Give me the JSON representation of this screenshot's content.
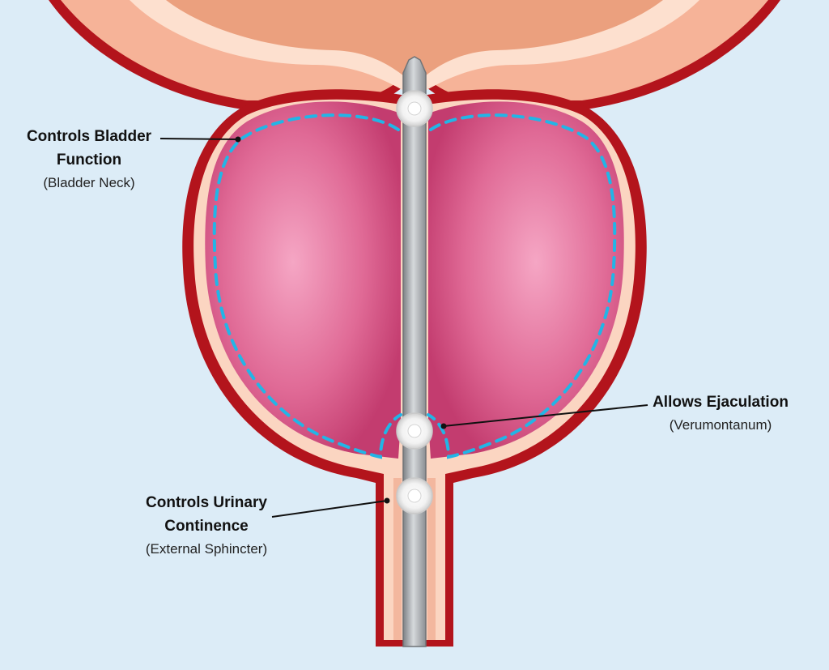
{
  "labels": {
    "bladder_neck": {
      "title_line1": "Controls Bladder",
      "title_line2": "Function",
      "subtitle": "(Bladder Neck)"
    },
    "verumontanum": {
      "title": "Allows Ejaculation",
      "subtitle": "(Verumontanum)"
    },
    "external_sphincter": {
      "title_line1": "Controls Urinary",
      "title_line2": "Continence",
      "subtitle": "(External Sphincter)"
    }
  },
  "colors": {
    "background": "#dcecf7",
    "capsule_outline": "#b3141c",
    "capsule_fill": "#fbd5c1",
    "bladder": "#eba07e",
    "lobe_light": "#f49bbb",
    "lobe_dark": "#c33c6f",
    "dashed_line": "#22b5e6",
    "instrument": "#a8acb0",
    "marker": "#ffffff"
  }
}
